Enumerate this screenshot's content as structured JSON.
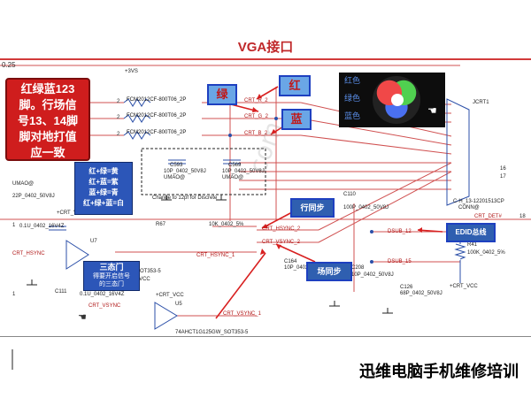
{
  "page_title": "VGA接口",
  "version": "0.25",
  "watermark": "com",
  "red_note": [
    "红绿蓝123",
    "脚。行场信",
    "号13、14脚",
    "脚对地打值",
    "应一致"
  ],
  "color_mix": [
    "红+绿=黄",
    "红+蓝=紫",
    "蓝+绿=青",
    "红+绿+蓝=白"
  ],
  "tristate": {
    "title": "三态门",
    "line1": "得要开启信号",
    "line2": "的三态门"
  },
  "callouts": {
    "green": "绿",
    "red": "红",
    "blue": "蓝",
    "hsync": "行同步",
    "vsync": "场同步",
    "edid": "EDID总线"
  },
  "color_panel": [
    "红色",
    "绿色",
    "蓝色"
  ],
  "footer": "迅维电脑手机维修培训",
  "labels": {
    "v3": "+3VS",
    "fcm1": "FCM2012CF-800T06_2P",
    "fcm2": "FCM2012CF-800T06_2P",
    "fcm3": "FCM2012CF-800T06_2P",
    "crt_r2": "CRT_R_2",
    "crt_g2": "CRT_G_2",
    "crt_b2": "CRT_B_2",
    "c593": "C593",
    "c593v": "10P_0402_50V8J",
    "c569": "C569",
    "c569v": "10P_0402_50V8J",
    "umao1": "UMAO@",
    "umao2": "UMAO@",
    "umao3": "UMAO@",
    "p22": "22P_0402_50V8J",
    "change": "Change to 12pf for Discrete",
    "c110": "C110",
    "c110v": "100P_0402_50V8J",
    "jcrt1": "JCRT1",
    "conn": "CONN@",
    "jcrtpart": "C-H_13-12201513CP",
    "crtdet": "CRT_DET#",
    "crtdetn": "18",
    "p16": "16",
    "p17": "17",
    "crtvcc1": "+CRT_VCC",
    "c01u": "0.1U_0402_16V4Z",
    "r67": "R67",
    "r10k": "10K_0402_5%",
    "crt_hsync2": "CRT_HSYNC_2",
    "crt_vsync2": "CRT_VSYNC_2",
    "dsub12": "DSUB_12",
    "dsub15": "DSUB_15",
    "r41": "R41",
    "r41v": "100K_0402_5%",
    "u7": "U7",
    "crt_hsync": "CRT_HSYNC",
    "sot353": "SOT353-5",
    "crtvcc2": "+CRT_VCC",
    "c111": "C111",
    "c111v": "0.1U_0402_16V4Z",
    "c164": "C164",
    "c164v": "10P_0402_50V8J",
    "c208": "C208",
    "c208v": "10P_0402_50V8J",
    "c126": "C126",
    "c126v": "68P_0402_50V8J",
    "crt_vsync": "CRT_VSYNC",
    "u5": "U5",
    "u5part": "74AHCT1G125GW_SOT353-5",
    "crtvcc3": "+CRT_VCC",
    "crtvcc4": "+CRT_VCC",
    "crt_hsync_1": "CRT_HSYNC_1",
    "crt_vsync_1": "CRT_VSYNC_1",
    "p2a": "2",
    "p2b": "2",
    "p2c": "2",
    "p1a": "1",
    "p1b": "1"
  }
}
